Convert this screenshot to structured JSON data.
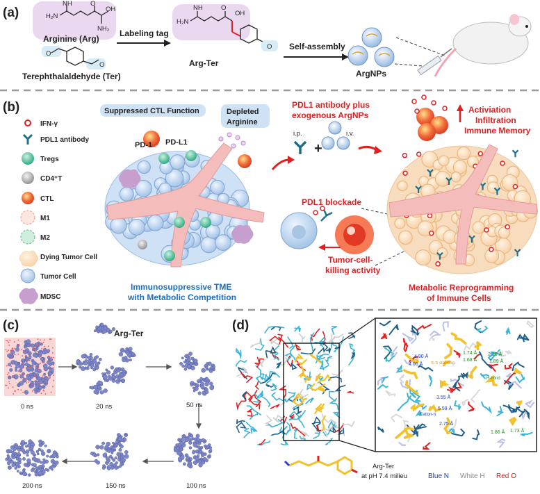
{
  "panels": {
    "a": {
      "tag": "(a)",
      "arg_label": "Arginine (Arg)",
      "ter_label": "Terephthalaldehyde (Ter)",
      "labeling": "Labeling tag",
      "self_assembly": "Self-assembly",
      "argter": "Arg-Ter",
      "argnps": "ArgNPs",
      "h2n": "H₂N",
      "nh": "NH",
      "n": "N",
      "nh2": "NH₂",
      "o": "O",
      "oh": "OH",
      "h": "H"
    },
    "b": {
      "tag": "(b)",
      "suppressed": "Suppressed CTL Function",
      "depleted": "Depleted",
      "arginine": "Arginine",
      "pd1": "PD-1",
      "pdl1": "PD-L1",
      "tme1": "Immunosuppressive TME",
      "tme2": "with Metabolic Competition",
      "pdl1_plus1": "PDL1 antibody plus",
      "pdl1_plus2": "exogenous ArgNPs",
      "ip": "i.p.",
      "iv": "i.v.",
      "plus": "+",
      "activation": "Activiation",
      "infiltration": "Infiltration",
      "memory": "Immune Memory",
      "blockade": "PDL1 blockade",
      "killing1": "Tumor-cell-",
      "killing2": "killing activity",
      "metabolic1": "Metabolic Reprogramming",
      "metabolic2": "of Immune Cells",
      "legend": [
        "IFN-γ",
        "PDL1 antibody",
        "Tregs",
        "CD4⁺T",
        "CTL",
        "M1",
        "M2",
        "Dying Tumor Cell",
        "Tumor Cell",
        "MDSC"
      ]
    },
    "c": {
      "tag": "(c)",
      "argter": "Arg-Ter",
      "times": [
        "0 ns",
        "20 ns",
        "50 ns",
        "100 ns",
        "150 ns",
        "200 ns"
      ]
    },
    "d": {
      "tag": "(d)",
      "argter": "Arg-Ter",
      "ph": "at pH 7.4 milieu",
      "blue_n": "Blue N",
      "white_h": "White H",
      "red_o": "Red  O",
      "pi": "π-π stacking",
      "cation": "Cation-π",
      "hbond": "H-bond",
      "dists": [
        "4.90 Å",
        "4.06 Å",
        "1.74 Å",
        "1.68 Å",
        "2.10 Å",
        "1.89 Å",
        "3.55 Å",
        "5.59 Å",
        "2.75 Å",
        "1.86 Å",
        "1.73 Å"
      ]
    }
  },
  "colors": {
    "red_text": "#e02020",
    "blue_text": "#1a6fc4",
    "tumor": "#b9d3ef",
    "vessel": "#f2b7b7",
    "ligand": "#f2c22e",
    "protein": "#3ab3d6"
  }
}
